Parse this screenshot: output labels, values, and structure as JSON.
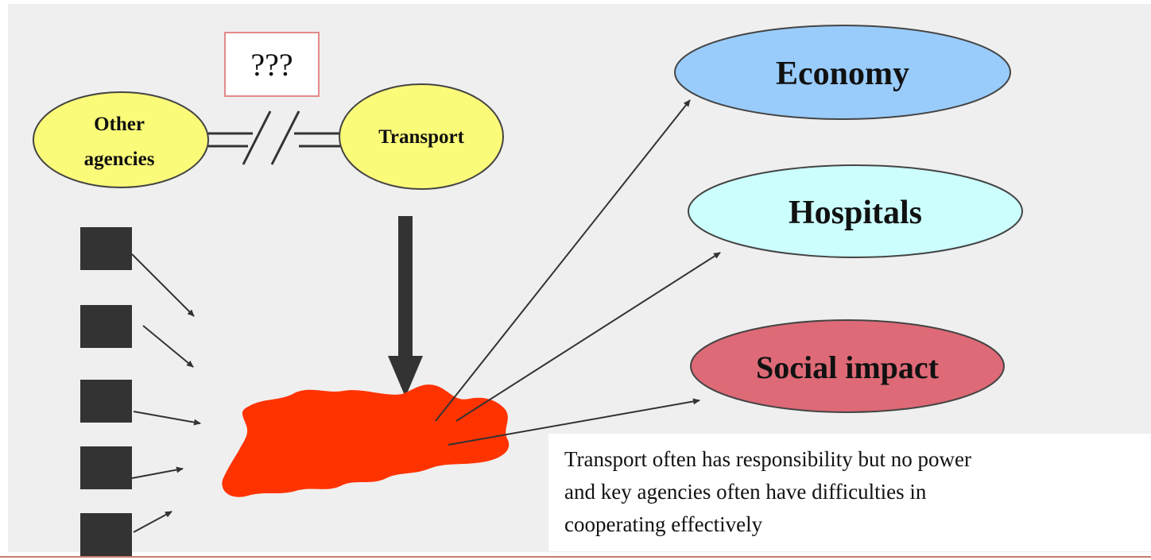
{
  "question_box": {
    "label": "???"
  },
  "nodes": {
    "other_agencies": {
      "label_line1": "Other",
      "label_line2": "agencies",
      "fill": "#fbfb7a"
    },
    "transport": {
      "label": "Transport",
      "fill": "#fbfb7a"
    },
    "economy": {
      "label": "Economy",
      "fill": "#99ccfb"
    },
    "hospitals": {
      "label": "Hospitals",
      "fill": "#ccfefe"
    },
    "social_impact": {
      "label": "Social impact",
      "fill": "#dd6a76"
    }
  },
  "blob_color": "#ff3300",
  "square_color": "#333333",
  "caption": "Transport often has responsibility but no power\nand  key agencies often have difficulties in\ncooperating  effectively"
}
